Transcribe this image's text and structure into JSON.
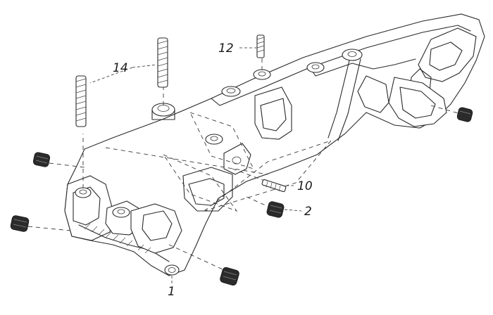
{
  "callouts": [
    {
      "id": "c1",
      "label": "1"
    },
    {
      "id": "c2",
      "label": "2"
    },
    {
      "id": "c10",
      "label": "10"
    },
    {
      "id": "c12",
      "label": "12"
    },
    {
      "id": "c14",
      "label": "14"
    }
  ],
  "colors": {
    "ink": "#2a2a2a",
    "paper": "#ffffff"
  }
}
